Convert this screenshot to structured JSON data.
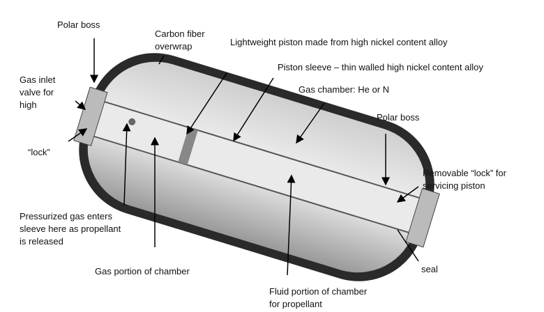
{
  "labels": {
    "polar_boss_left": "Polar boss",
    "carbon_fiber_1": "Carbon fiber",
    "carbon_fiber_2": "overwrap",
    "piston": "Lightweight piston made from high nickel content alloy",
    "sleeve": "Piston sleeve – thin walled high nickel content alloy",
    "gas_chamber": "Gas chamber: He or N",
    "gas_inlet_1": "Gas inlet",
    "gas_inlet_2": "valve for",
    "gas_inlet_3": "high",
    "lock": "“lock”",
    "polar_boss_right": "Polar boss",
    "removable_lock_1": "Removable “lock” for",
    "removable_lock_2": "servicing piston",
    "pressurized_1": "Pressurized gas enters",
    "pressurized_2": "sleeve here as propellant",
    "pressurized_3": "is released",
    "gas_portion": "Gas portion of chamber",
    "seal": "seal",
    "fluid_1": "Fluid portion of chamber",
    "fluid_2": "for propellant"
  }
}
